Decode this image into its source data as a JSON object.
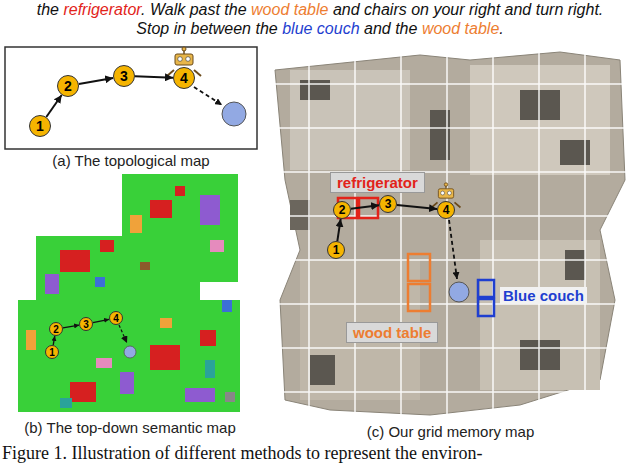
{
  "diagram": {
    "caption": "Figure 1. Illustration of different methods to represent the environ-",
    "nodes": [
      {
        "text": [
          "(a) The topological map"
        ]
      },
      {
        "text": [
          "1"
        ],
        "in": 0
      },
      {
        "text": [
          "2"
        ],
        "in": 0
      },
      {
        "text": [
          "3"
        ],
        "in": 0
      },
      {
        "text": [
          "4"
        ],
        "in": 0
      },
      {
        "text": [
          "(b) The top-down semantic map"
        ]
      },
      {
        "text": [
          "1"
        ],
        "in": 5
      },
      {
        "text": [
          "2"
        ],
        "in": 5
      },
      {
        "text": [
          "3"
        ],
        "in": 5
      },
      {
        "text": [
          "4"
        ],
        "in": 5
      },
      {
        "text": [
          "(c) Our grid memory map"
        ]
      },
      {
        "text": [
          "refrigerator"
        ],
        "in": 10
      },
      {
        "text": [
          "wood table"
        ],
        "in": 10
      },
      {
        "text": [
          "1"
        ],
        "in": 10
      },
      {
        "text": [
          "2"
        ],
        "in": 10
      },
      {
        "text": [
          "3"
        ],
        "in": 10
      },
      {
        "text": [
          "4"
        ],
        "in": 10
      }
    ],
    "edges": [
      {
        "from": 1,
        "to": 2,
        "arrow": "to"
      },
      {
        "from": 2,
        "to": 3,
        "arrow": "to"
      },
      {
        "from": 3,
        "to": 4,
        "arrow": "to"
      },
      {
        "from": 6,
        "to": 7,
        "arrow": "to"
      },
      {
        "from": 7,
        "to": 8,
        "arrow": "to"
      },
      {
        "from": 8,
        "to": 9,
        "arrow": "to"
      },
      {
        "from": 13,
        "to": 14,
        "arrow": "to"
      },
      {
        "from": 14,
        "to": 15,
        "arrow": "to"
      },
      {
        "from": 15,
        "to": 16,
        "arrow": "to"
      }
    ],
    "labels": [
      "the",
      "refrigerator",
      ". Walk past the",
      "wood table",
      "and chairs on your right and turn right. Stop in between the",
      "blue couch",
      "and the",
      "wood table",
      ".",
      "Blue couch"
    ]
  }
}
